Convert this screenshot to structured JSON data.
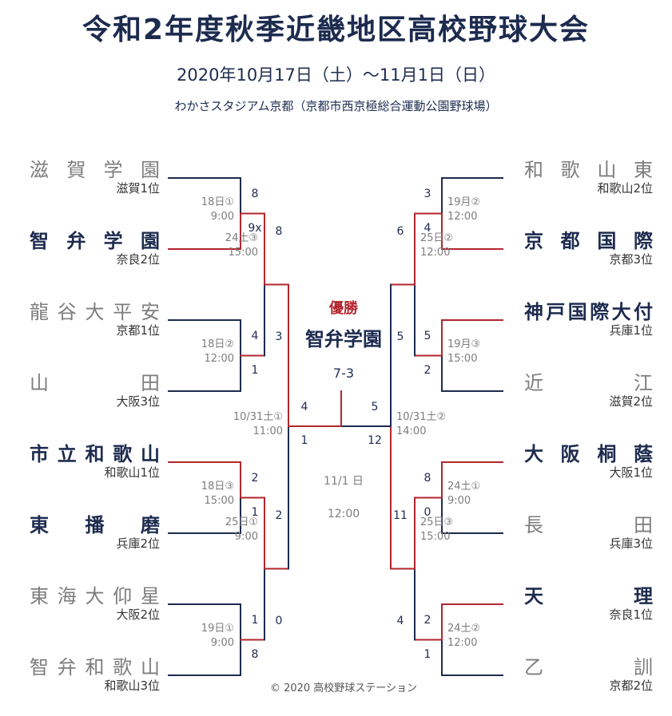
{
  "header": {
    "title": "令和2年度秋季近畿地区高校野球大会",
    "dates": "2020年10月17日（土）～11月1日（日）",
    "venue": "わかさスタジアム京都（京都市西京極総合運動公園野球場）"
  },
  "colors": {
    "navy": "#1d2b4f",
    "red": "#b3262d",
    "gray": "#7d7d7d"
  },
  "left": {
    "teams": [
      {
        "name": "滋賀学園",
        "seed": "滋賀1位",
        "winner": false
      },
      {
        "name": "智弁学園",
        "seed": "奈良2位",
        "winner": true
      },
      {
        "name": "龍谷大平安",
        "seed": "京都1位",
        "winner": false
      },
      {
        "name": "山田",
        "seed": "大阪3位",
        "winner": false
      },
      {
        "name": "市立和歌山",
        "seed": "和歌山1位",
        "winner": true
      },
      {
        "name": "東播磨",
        "seed": "兵庫2位",
        "winner": true
      },
      {
        "name": "東海大仰星",
        "seed": "大阪2位",
        "winner": false
      },
      {
        "name": "智弁和歌山",
        "seed": "和歌山3位",
        "winner": false
      }
    ],
    "r1": [
      {
        "date": "18日①",
        "time": "9:00",
        "top": "8",
        "bottom": "9x"
      },
      {
        "date": "18日②",
        "time": "12:00",
        "top": "4",
        "bottom": "1"
      },
      {
        "date": "18日③",
        "time": "15:00",
        "top": "2",
        "bottom": "1"
      },
      {
        "date": "19日①",
        "time": "9:00",
        "top": "1",
        "bottom": "8"
      }
    ],
    "qf": [
      {
        "date": "24土③",
        "time": "15:00",
        "top": "8",
        "bottom": "3"
      },
      {
        "date": "25日①",
        "time": "9:00",
        "top": "2",
        "bottom": "0"
      }
    ],
    "sf": {
      "date": "10/31土①",
      "time": "11:00",
      "top": "4",
      "bottom": "1"
    }
  },
  "right": {
    "teams": [
      {
        "name": "和歌山東",
        "seed": "和歌山2位",
        "winner": false
      },
      {
        "name": "京都国際",
        "seed": "京都3位",
        "winner": true
      },
      {
        "name": "神戸国際大付",
        "seed": "兵庫1位",
        "winner": true
      },
      {
        "name": "近江",
        "seed": "滋賀2位",
        "winner": false
      },
      {
        "name": "大阪桐蔭",
        "seed": "大阪1位",
        "winner": true
      },
      {
        "name": "長田",
        "seed": "兵庫3位",
        "winner": false
      },
      {
        "name": "天理",
        "seed": "奈良1位",
        "winner": true
      },
      {
        "name": "乙訓",
        "seed": "京都2位",
        "winner": false
      }
    ],
    "r1": [
      {
        "date": "19月②",
        "time": "12:00",
        "top": "3",
        "bottom": "4"
      },
      {
        "date": "19月③",
        "time": "15:00",
        "top": "5",
        "bottom": "2"
      },
      {
        "date": "24土①",
        "time": "9:00",
        "top": "8",
        "bottom": "0"
      },
      {
        "date": "24土②",
        "time": "12:00",
        "top": "2",
        "bottom": "1"
      }
    ],
    "qf": [
      {
        "date": "25日②",
        "time": "12:00",
        "top": "6",
        "bottom": "5"
      },
      {
        "date": "25日③",
        "time": "15:00",
        "top": "11",
        "bottom": "4"
      }
    ],
    "sf": {
      "date": "10/31土②",
      "time": "14:00",
      "top": "5",
      "bottom": "12"
    }
  },
  "final": {
    "label": "優勝",
    "champion": "智弁学園",
    "score": "7-3",
    "date": "11/1 日",
    "time": "12:00"
  },
  "footer": {
    "copyright": "© 2020 高校野球ステーション"
  }
}
